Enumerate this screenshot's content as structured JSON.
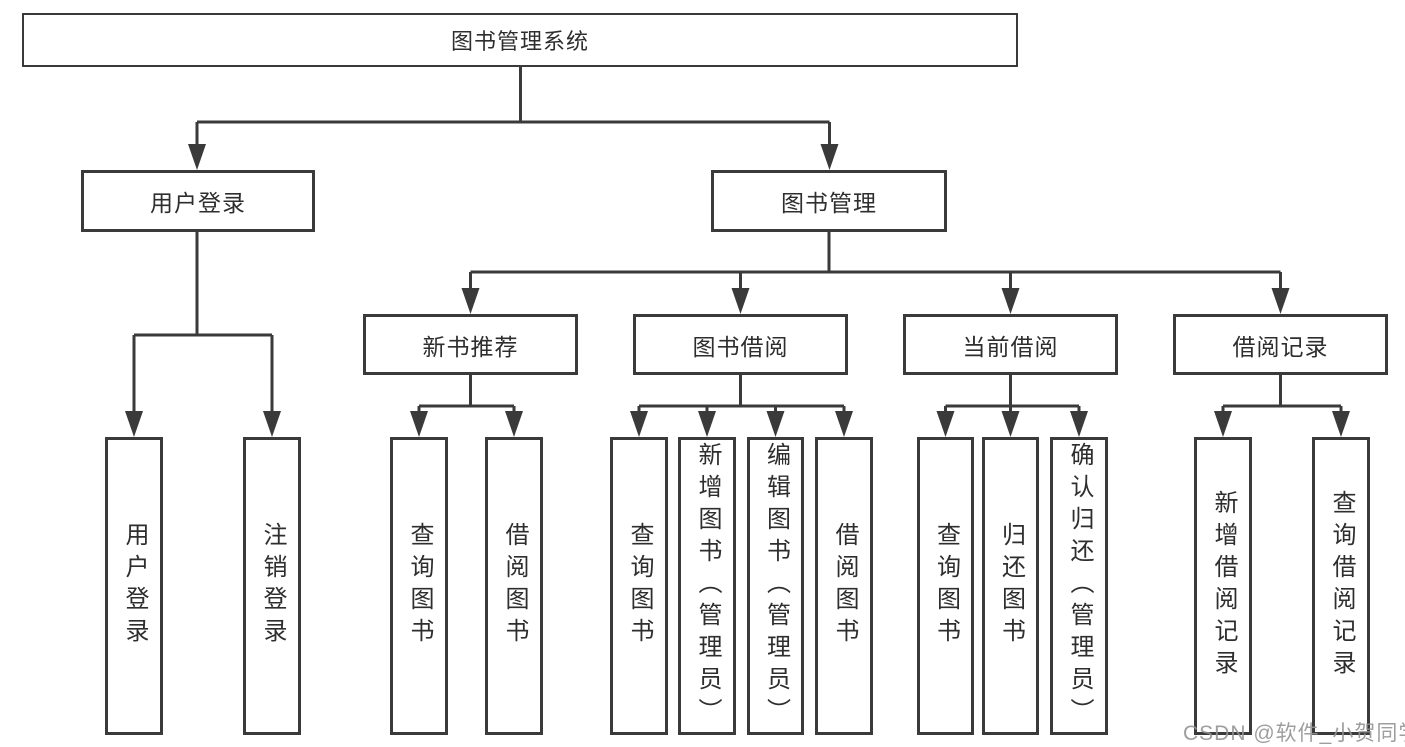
{
  "tree": {
    "root": {
      "label": "图书管理系统",
      "children": [
        {
          "label": "用户登录",
          "children": [
            {
              "label": "用户登录"
            },
            {
              "label": "注销登录"
            }
          ]
        },
        {
          "label": "图书管理",
          "children": [
            {
              "label": "新书推荐",
              "children": [
                {
                  "label": "查询图书"
                },
                {
                  "label": "借阅图书"
                }
              ]
            },
            {
              "label": "图书借阅",
              "children": [
                {
                  "label": "查询图书"
                },
                {
                  "label": "新增图书（管理员）"
                },
                {
                  "label": "编辑图书（管理员）"
                },
                {
                  "label": "借阅图书"
                }
              ]
            },
            {
              "label": "当前借阅",
              "children": [
                {
                  "label": "查询图书"
                },
                {
                  "label": "归还图书"
                },
                {
                  "label": "确认归还（管理员）"
                }
              ]
            },
            {
              "label": "借阅记录",
              "children": [
                {
                  "label": "新增借阅记录"
                },
                {
                  "label": "查询借阅记录"
                }
              ]
            }
          ]
        }
      ]
    }
  },
  "watermark": {
    "text": "CSDN @软件_小贺同学",
    "color": "#949494"
  },
  "colors": {
    "line": "#3a3a3a",
    "border": "#3a3a3a",
    "text": "#2e2e2e",
    "background": "#ffffff"
  }
}
